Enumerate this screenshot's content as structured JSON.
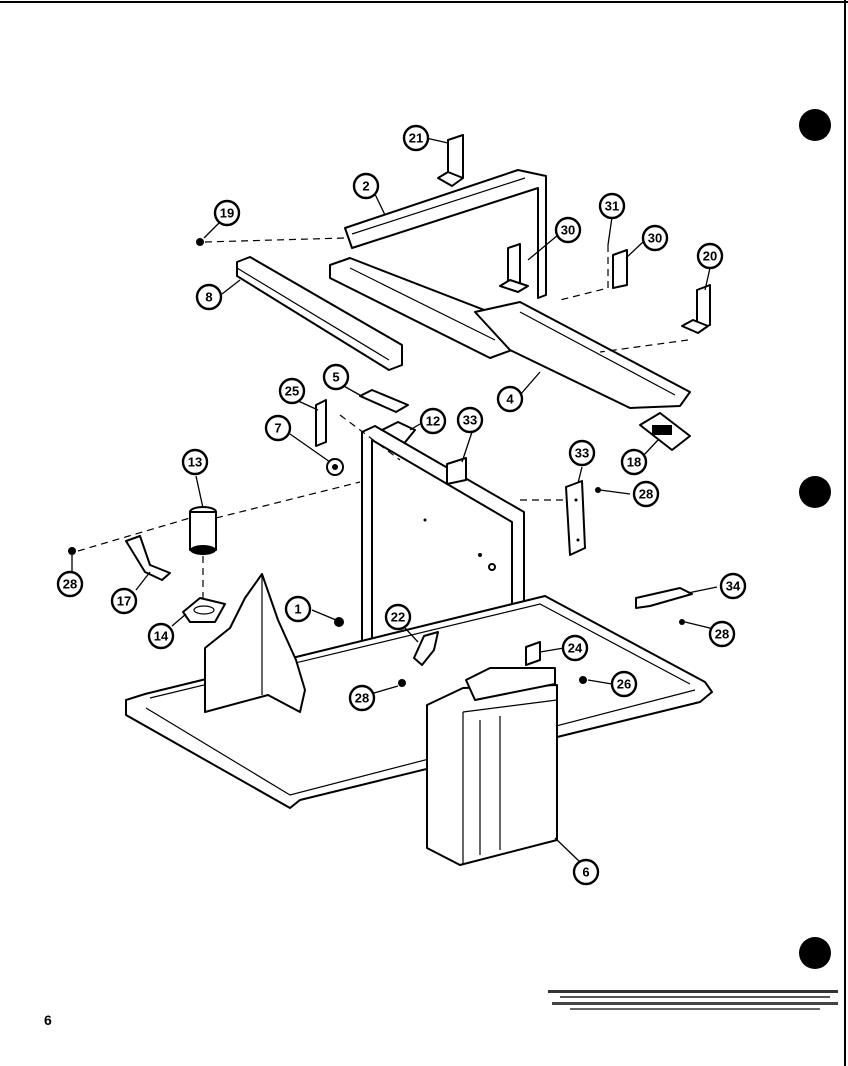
{
  "page": {
    "number": "6"
  },
  "callouts": {
    "c21": "21",
    "c2": "2",
    "c19": "19",
    "c8": "8",
    "c30a": "30",
    "c31": "31",
    "c30b": "30",
    "c20": "20",
    "c4": "4",
    "c5": "5",
    "c25": "25",
    "c12": "12",
    "c33a": "33",
    "c7": "7",
    "c13": "13",
    "c18": "18",
    "c33b": "33",
    "c28a": "28",
    "c28b": "28",
    "c17": "17",
    "c14": "14",
    "c1": "1",
    "c22": "22",
    "c34": "34",
    "c28c": "28",
    "c24": "24",
    "c28d": "28",
    "c26": "26",
    "c6": "6"
  }
}
